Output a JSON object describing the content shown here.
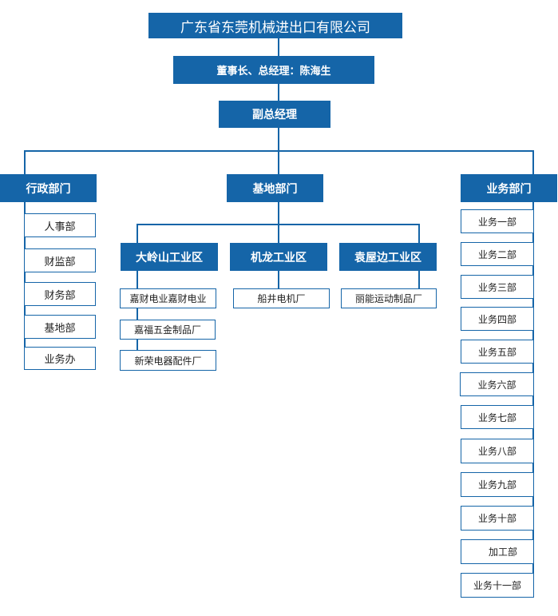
{
  "company": "广东省东莞机械进出口有限公司",
  "chairman": "董事长、总经理：陈海生",
  "deputy": "副总经理",
  "departments": {
    "admin": {
      "title": "行政部门",
      "items": [
        "人事部",
        "财监部",
        "财务部",
        "基地部",
        "业务办"
      ]
    },
    "base": {
      "title": "基地部门",
      "zones": [
        {
          "name": "大岭山工业区",
          "factories": [
            "嘉财电业嘉财电业",
            "嘉福五金制品厂",
            "新荣电器配件厂"
          ]
        },
        {
          "name": "机龙工业区",
          "factories": [
            "船井电机厂"
          ]
        },
        {
          "name": "袁屋边工业区",
          "factories": [
            "丽能运动制品厂"
          ]
        }
      ]
    },
    "business": {
      "title": "业务部门",
      "items": [
        "业务一部",
        "业务二部",
        "业务三部",
        "业务四部",
        "业务五部",
        "业务六部",
        "业务七部",
        "业务八部",
        "业务九部",
        "业务十部",
        "加工部",
        "业务十一部"
      ]
    }
  },
  "colors": {
    "box_fill": "#1565a8",
    "line": "#1565a8",
    "light_text": "#222222"
  }
}
